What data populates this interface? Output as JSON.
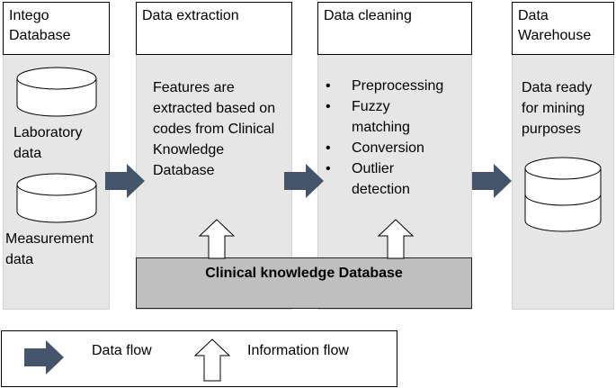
{
  "columns": [
    {
      "id": "intego",
      "title": "Intego Database"
    },
    {
      "id": "extraction",
      "title": "Data extraction"
    },
    {
      "id": "cleaning",
      "title": "Data cleaning"
    },
    {
      "id": "warehouse",
      "title": "Data Warehouse"
    }
  ],
  "sources": [
    {
      "label": "Laboratory data"
    },
    {
      "label": "Measurement data"
    }
  ],
  "extraction_text": "Features are extracted based on codes from Clinical Knowledge Database",
  "cleaning_steps": [
    "Preprocessing",
    "Fuzzy matching",
    "Conversion",
    "Outlier detection"
  ],
  "warehouse_text": "Data ready for mining purposes",
  "knowledge_db_label": "Clinical knowledge Database",
  "legend": {
    "data_flow": "Data flow",
    "information_flow": "Information flow"
  },
  "colors": {
    "column_background": "#e6e6e6",
    "data_flow_arrow": "#44546a",
    "knowledge_db_fill": "#bfbfbf"
  }
}
